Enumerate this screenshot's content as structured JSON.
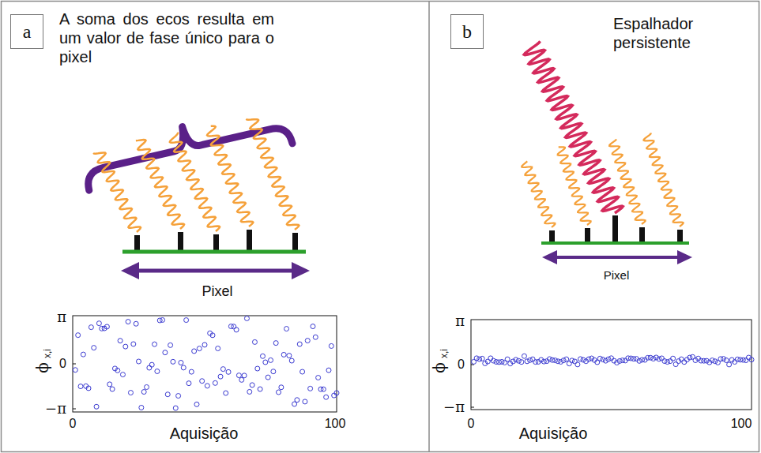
{
  "diagram": {
    "nodes": [
      {
        "text": [
          "a"
        ]
      },
      {
        "text": [
          "b"
        ]
      }
    ],
    "labels": [
      "A soma dos ecos resulta em um valor de fase único para o pixel",
      "Pixel",
      "π",
      "0",
      "−π",
      "ϕ",
      "x,i",
      "0",
      "100",
      "Aquisição",
      "Espalhador persistente",
      "Pixel",
      "π",
      "0",
      "−π",
      "ϕ",
      "x,i",
      "0",
      "100",
      "Aquisição"
    ]
  }
}
